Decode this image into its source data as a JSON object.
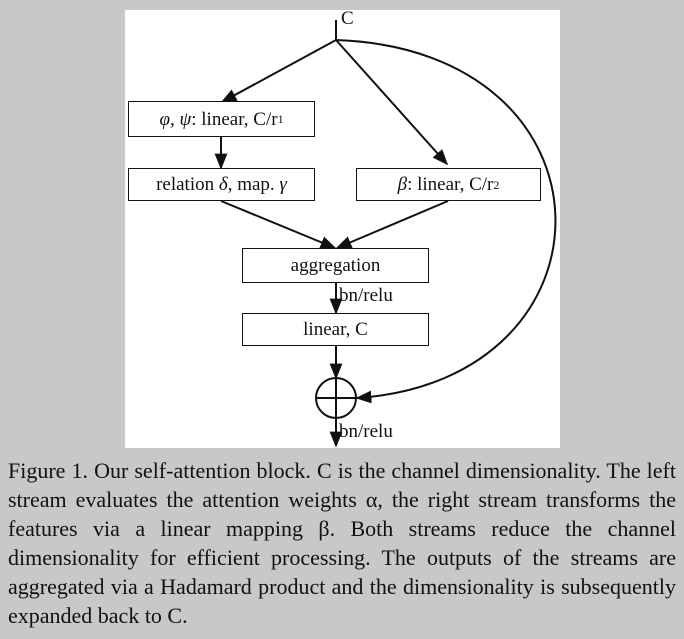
{
  "diagram": {
    "input_label": "C",
    "box_phi_psi": {
      "greek": "φ, ψ",
      "text": ": linear, C/r",
      "sub": "1"
    },
    "box_relation": {
      "pre": "relation ",
      "delta": "δ",
      "mid": ", map. ",
      "gamma": "γ"
    },
    "box_beta": {
      "greek": "β",
      "text": ": linear, C/r",
      "sub": "2"
    },
    "box_aggregation": "aggregation",
    "label_bn_relu_1": "bn/relu",
    "box_linear_c": "linear, C",
    "label_bn_relu_2": "bn/relu"
  },
  "caption": {
    "text": "Figure 1. Our self-attention block. C is the channel dimensionality. The left stream evaluates the attention weights α, the right stream transforms the features via a linear mapping β. Both streams reduce the channel dimensionality for efficient processing. The outputs of the streams are aggregated via a Hadamard product and the dimensionality is subsequently expanded back to C."
  }
}
